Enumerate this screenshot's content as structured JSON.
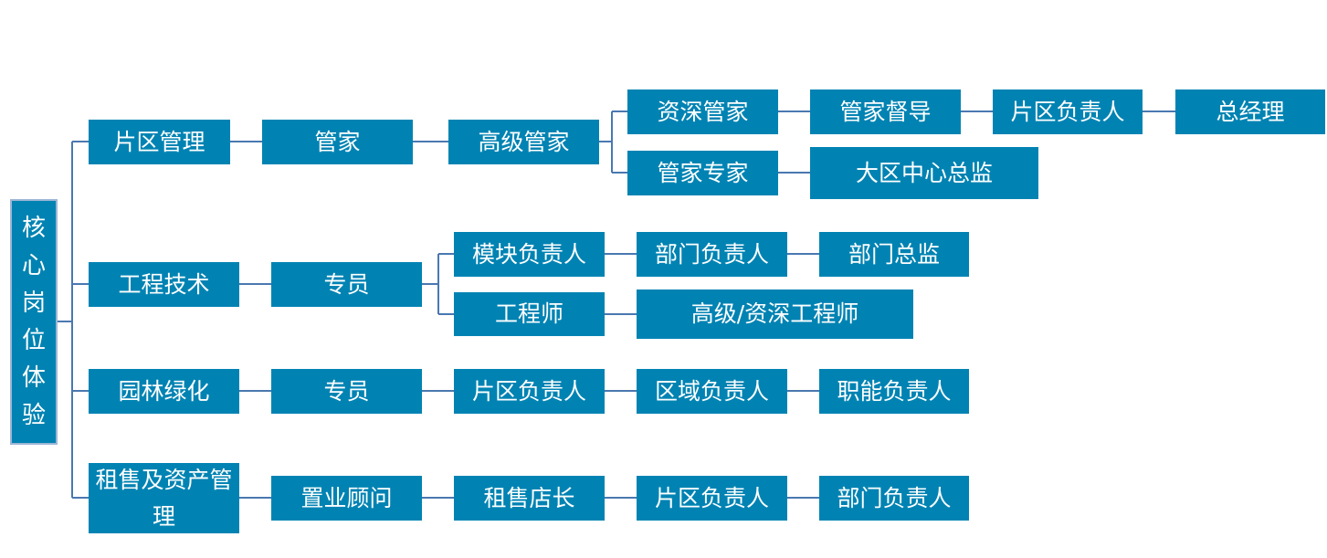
{
  "diagram": {
    "root": "核心岗位体验",
    "line_color": "#4A78B0",
    "box_color": "#0083B3",
    "root_border_color": "#9DB6D6",
    "branches": [
      {
        "label": "片区管理",
        "chain": [
          "管家",
          "高级管家"
        ],
        "sub": [
          [
            "资深管家",
            "管家督导",
            "片区负责人",
            "总经理"
          ],
          [
            "管家专家",
            "大区中心总监"
          ]
        ]
      },
      {
        "label": "工程技术",
        "chain": [
          "专员"
        ],
        "sub": [
          [
            "模块负责人",
            "部门负责人",
            "部门总监"
          ],
          [
            "工程师",
            "高级/资深工程师"
          ]
        ]
      },
      {
        "label": "园林绿化",
        "chain": [
          "专员",
          "片区负责人",
          "区域负责人",
          "职能负责人"
        ]
      },
      {
        "label": "租售及资产管理",
        "chain": [
          "置业顾问",
          "租售店长",
          "片区负责人",
          "部门负责人"
        ]
      }
    ]
  }
}
